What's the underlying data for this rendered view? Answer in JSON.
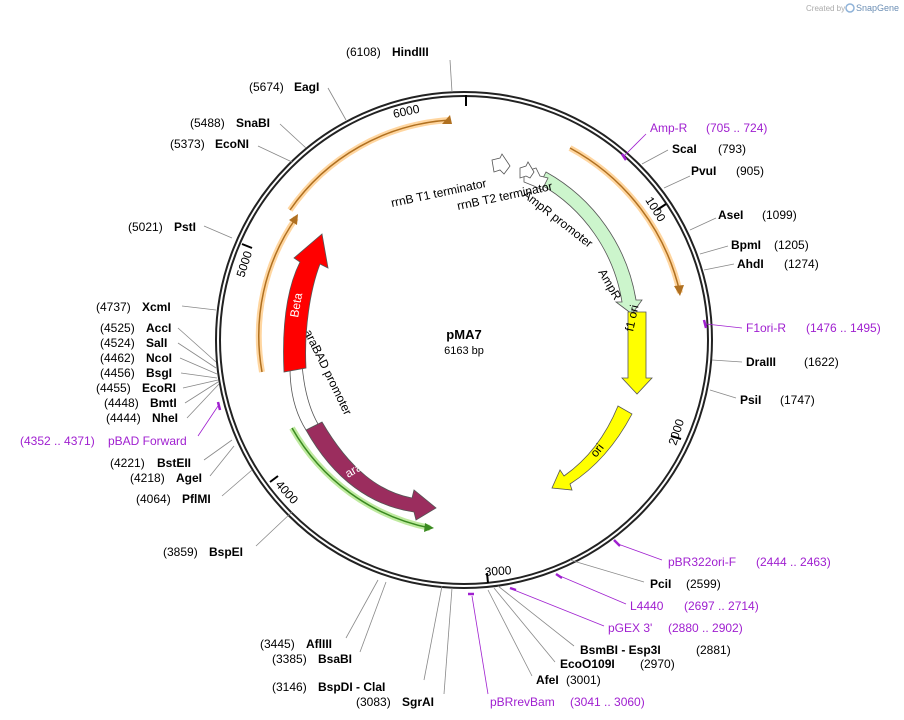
{
  "watermark": {
    "created_by": "Created by",
    "brand": "SnapGene"
  },
  "plasmid": {
    "name": "pMA7",
    "size_label": "6163 bp"
  },
  "scale_ticks": [
    "1000",
    "2000",
    "3000",
    "4000",
    "5000",
    "6000"
  ],
  "sites_right": [
    {
      "name": "ScaI",
      "pos": "(793)"
    },
    {
      "name": "PvuI",
      "pos": "(905)"
    },
    {
      "name": "AseI",
      "pos": "(1099)"
    },
    {
      "name": "BpmI",
      "pos": "(1205)"
    },
    {
      "name": "AhdI",
      "pos": "(1274)"
    },
    {
      "name": "DraIII",
      "pos": "(1622)"
    },
    {
      "name": "PsiI",
      "pos": "(1747)"
    },
    {
      "name": "PciI",
      "pos": "(2599)"
    },
    {
      "name": "BsmBI - Esp3I",
      "pos": "(2881)"
    },
    {
      "name": "EcoO109I",
      "pos": "(2970)"
    },
    {
      "name": "AfeI",
      "pos": "(3001)"
    }
  ],
  "sites_left": [
    {
      "name": "HindIII",
      "pos": "(6108)"
    },
    {
      "name": "EagI",
      "pos": "(5674)"
    },
    {
      "name": "SnaBI",
      "pos": "(5488)"
    },
    {
      "name": "EcoNI",
      "pos": "(5373)"
    },
    {
      "name": "PstI",
      "pos": "(5021)"
    },
    {
      "name": "XcmI",
      "pos": "(4737)"
    },
    {
      "name": "AccI",
      "pos": "(4525)"
    },
    {
      "name": "SalI",
      "pos": "(4524)"
    },
    {
      "name": "NcoI",
      "pos": "(4462)"
    },
    {
      "name": "BsgI",
      "pos": "(4456)"
    },
    {
      "name": "EcoRI",
      "pos": "(4455)"
    },
    {
      "name": "BmtI",
      "pos": "(4448)"
    },
    {
      "name": "NheI",
      "pos": "(4444)"
    },
    {
      "name": "BstEII",
      "pos": "(4221)"
    },
    {
      "name": "AgeI",
      "pos": "(4218)"
    },
    {
      "name": "PflMI",
      "pos": "(4064)"
    },
    {
      "name": "BspEI",
      "pos": "(3859)"
    },
    {
      "name": "AflIII",
      "pos": "(3445)"
    },
    {
      "name": "BsaBI",
      "pos": "(3385)"
    },
    {
      "name": "BspDI - ClaI",
      "pos": "(3146)"
    },
    {
      "name": "SgrAI",
      "pos": "(3083)"
    }
  ],
  "primers": [
    {
      "name": "Amp-R",
      "range": "(705 .. 724)"
    },
    {
      "name": "F1ori-R",
      "range": "(1476 .. 1495)"
    },
    {
      "name": "pBR322ori-F",
      "range": "(2444 .. 2463)"
    },
    {
      "name": "L4440",
      "range": "(2697 .. 2714)"
    },
    {
      "name": "pGEX 3'",
      "range": "(2880 .. 2902)"
    },
    {
      "name": "pBRrevBam",
      "range": "(3041 .. 3060)"
    },
    {
      "name": "pBAD Forward",
      "range": "(4352 .. 4371)"
    }
  ],
  "features": {
    "rrnb_t1": "rrnB T1 terminator",
    "rrnb_t2": "rrnB T2 terminator",
    "ampr_promoter": "AmpR promoter",
    "ampr": "AmpR",
    "f1_ori": "f1 ori",
    "ori": "ori",
    "arac": "araC",
    "arabad_promoter": "araBAD promoter",
    "beta": "Beta"
  },
  "colors": {
    "backbone": "#222222",
    "primer": "#a020d0",
    "ampr": "#ccf5cc",
    "ori": "#ffff00",
    "arac": "#9b2d5e",
    "beta": "#ff0000",
    "orf_orange": "#ffcc88",
    "orf_green": "#88cc55"
  }
}
